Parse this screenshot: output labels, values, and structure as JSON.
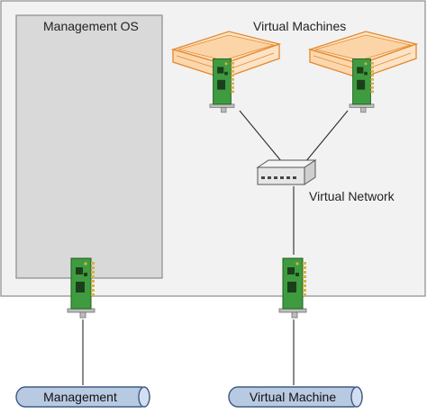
{
  "diagram": {
    "management_os_label": "Management OS",
    "virtual_machines_label": "Virtual Machines",
    "virtual_network_label": "Virtual Network",
    "management_network_label": "Management",
    "vm_network_label": "Virtual Machine"
  },
  "colors": {
    "host_fill": "#f2f2f2",
    "mgmt_os_fill": "#d9d9d9",
    "server_fill": "#fde3c6",
    "server_stroke": "#e3892b",
    "nic_board": "#3f9b3f",
    "pipe_fill": "#b8c9e2",
    "pipe_stroke": "#3d5a86"
  }
}
